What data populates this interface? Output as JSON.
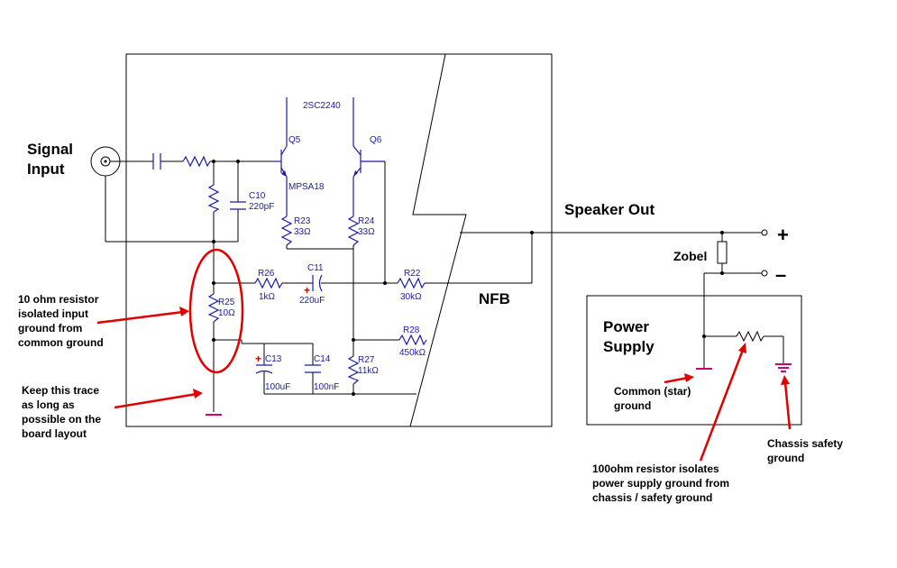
{
  "labels": {
    "signal_input": [
      "Signal",
      "Input"
    ],
    "speaker_out": "Speaker Out",
    "nfb": "NFB",
    "zobel": "Zobel",
    "plus": "+",
    "minus": "–",
    "power_supply": [
      "Power",
      "Supply"
    ],
    "common_star_ground": [
      "Common (star)",
      "ground"
    ],
    "chassis_safety_ground": [
      "Chassis safety",
      "ground"
    ]
  },
  "annotations": {
    "r25_note": [
      "10 ohm resistor",
      "isolated input",
      "ground from",
      "common ground"
    ],
    "trace_note": [
      "Keep this trace",
      "as long as",
      "possible on the",
      "board layout"
    ],
    "ps_resistor_note": [
      "100ohm resistor isolates",
      "power supply ground from",
      "chassis / safety ground"
    ]
  },
  "components": {
    "q5": "Q5",
    "q6": "Q6",
    "q5_part": "MPSA18",
    "q6_part": "2SC2240",
    "c10": "C10",
    "c10_value": "220pF",
    "r23": "R23",
    "r23_value": "33Ω",
    "r24": "R24",
    "r24_value": "33Ω",
    "r26": "R26",
    "r26_value": "1kΩ",
    "c11": "C11",
    "c11_value": "220uF",
    "r22": "R22",
    "r22_value": "30kΩ",
    "r25": "R25",
    "r25_value": "10Ω",
    "r28": "R28",
    "r28_value": "450kΩ",
    "c13": "C13",
    "c13_value": "100uF",
    "c14": "C14",
    "c14_value": "100nF",
    "r27": "R27",
    "r27_value": "11kΩ",
    "polarity_plus": "+"
  },
  "colors": {
    "wire": "#000000",
    "component": "#1a1aa6",
    "annotation": "#e00000",
    "ground_symbol": "#cc0077"
  }
}
